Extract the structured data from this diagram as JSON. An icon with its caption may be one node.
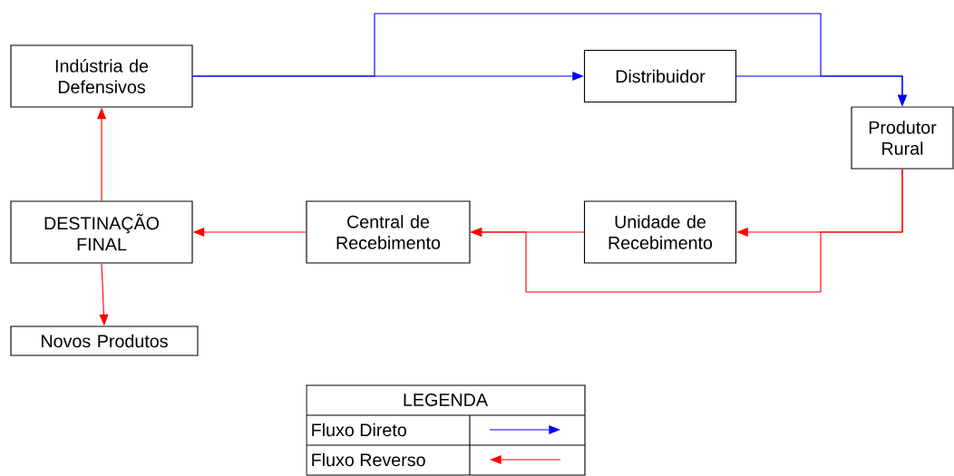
{
  "diagram": {
    "nodes": [
      {
        "text": [
          "Indústria de Defensivos"
        ]
      },
      {
        "text": [
          "Distribuidor"
        ]
      },
      {
        "text": [
          "Produtor Rural"
        ]
      },
      {
        "text": [
          "Unidade de Recebimento"
        ]
      },
      {
        "text": [
          "Central de Recebimento"
        ]
      },
      {
        "text": [
          "DESTINAÇÃO FINAL"
        ]
      },
      {
        "text": [
          "Novos Produtos"
        ]
      }
    ],
    "edges": [
      {
        "from": 0,
        "to": 1,
        "arrow": "to",
        "color": "#0000ff"
      },
      {
        "from": 0,
        "to": 2,
        "arrow": "to",
        "color": "#0000ff"
      },
      {
        "from": 1,
        "to": 2,
        "arrow": "to",
        "color": "#0000ff"
      },
      {
        "from": 2,
        "to": 3,
        "arrow": "to"
      },
      {
        "from": 2,
        "to": 4,
        "arrow": "to"
      },
      {
        "from": 3,
        "to": 4,
        "arrow": "to"
      },
      {
        "from": 4,
        "to": 5,
        "arrow": "to"
      },
      {
        "from": 5,
        "to": 0,
        "arrow": "to"
      },
      {
        "from": 5,
        "to": 6,
        "arrow": "to"
      }
    ],
    "labels": [
      "LEGENDA"
    ],
    "legend": [
      {
        "text": "Fluxo Direto",
        "color": "#0000ff"
      },
      {
        "text": "Fluxo Reverso",
        "color": "#ff0000"
      }
    ]
  }
}
